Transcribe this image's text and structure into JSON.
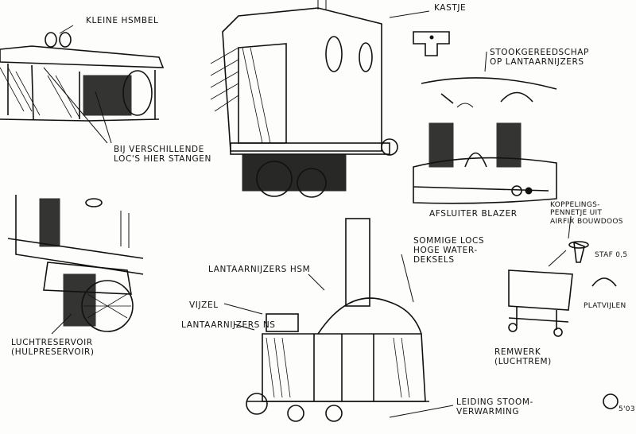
{
  "labels": {
    "kleine_hsm_bel": "Kleine HSMbel",
    "bij_verschillende": "Bij verschillende\nLoc's hier stangen",
    "kastje": "Kastje",
    "stookgereedschap": "Stookgereedschap\nop lantaarnijzers",
    "afsluiter_blazer": "Afsluiter blazer",
    "koppelingspennetje": "Koppelings-\npennetje uit\nAirfix bouwdoos",
    "staf": "Staf 0,5",
    "platvijlen": "Platvijlen",
    "remwerk": "Remwerk\n(Luchtrem)",
    "sommige_locs": "Sommige locs\nhoge water-\ndeksels",
    "lantaarnijzers_hsm": "Lantaarnijzers HSM",
    "vuzel": "Vijzel",
    "lantaarnijzers_ns": "Lantaarnijzers NS",
    "luchtreservoir": "Luchtreservoir\n(hulpreservoir)",
    "leiding_stoom": "Leiding stoom-\nverwarming",
    "signature": "5'03"
  }
}
